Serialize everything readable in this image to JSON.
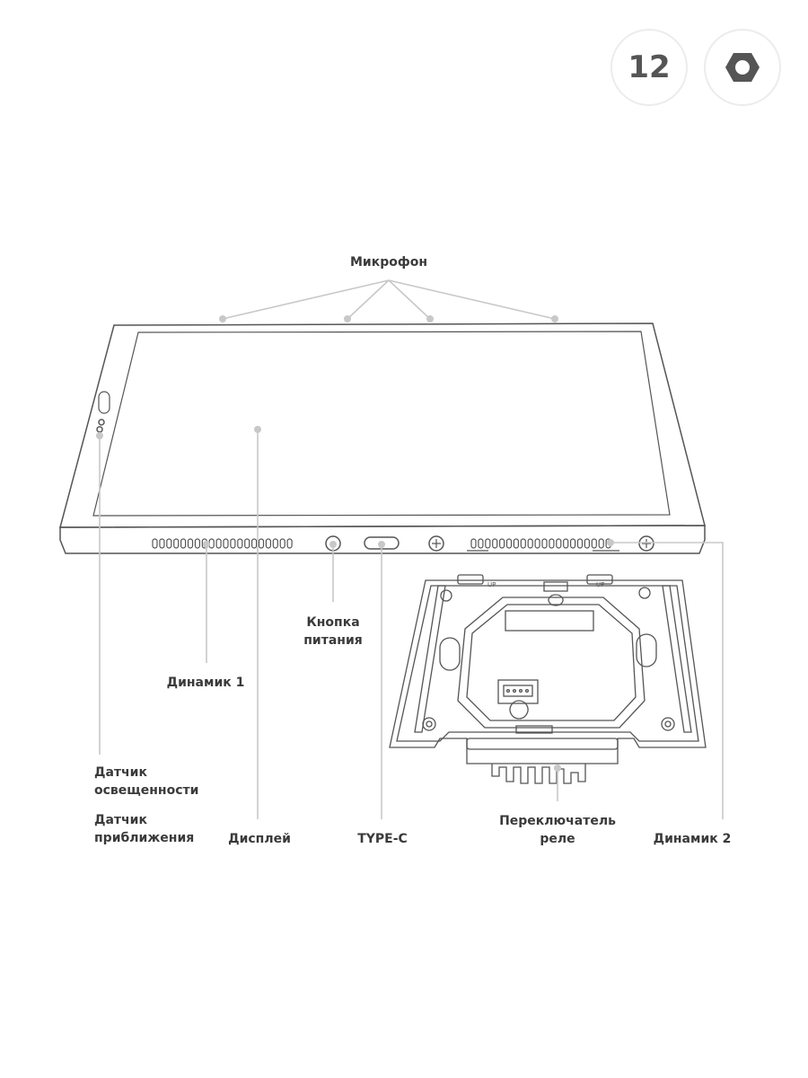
{
  "badges": {
    "count": "12",
    "icon": "hex-nut-icon"
  },
  "labels": {
    "microphone": "Микрофон",
    "power_button": [
      "Кнопка",
      "питания"
    ],
    "speaker1": "Динамик 1",
    "light_sensor": [
      "Датчик",
      "освещенности"
    ],
    "proximity_sensor": [
      "Датчик",
      "приближения"
    ],
    "display": "Дисплей",
    "type_c": "TYPE-C",
    "relay_switch": [
      "Переключатель",
      "реле"
    ],
    "speaker2": "Динамик 2"
  },
  "plate_marks": [
    "UP",
    "UP"
  ],
  "colors": {
    "outline": "#555555",
    "leader": "#c8c8c8",
    "text": "#3a3a3a"
  }
}
